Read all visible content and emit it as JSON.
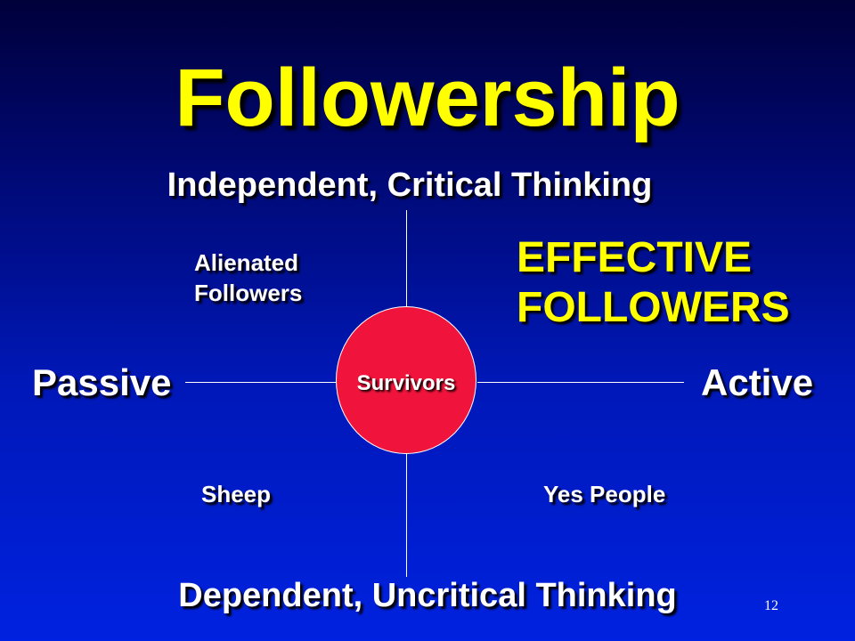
{
  "slide": {
    "title": "Followership",
    "page_number": "12"
  },
  "axes": {
    "top": "Independent, Critical Thinking",
    "bottom": "Dependent, Uncritical Thinking",
    "left": "Passive",
    "right": "Active"
  },
  "quadrants": {
    "top_left": [
      "Alienated",
      "Followers"
    ],
    "top_right": [
      "EFFECTIVE",
      "FOLLOWERS"
    ],
    "bottom_left": "Sheep",
    "bottom_right": "Yes People"
  },
  "center": {
    "label": "Survivors"
  },
  "colors": {
    "title": "#ffff00",
    "effective": "#ffff00",
    "circle_fill": "#f0143c",
    "background_top": "#00003a",
    "background_bottom": "#0022e0"
  }
}
